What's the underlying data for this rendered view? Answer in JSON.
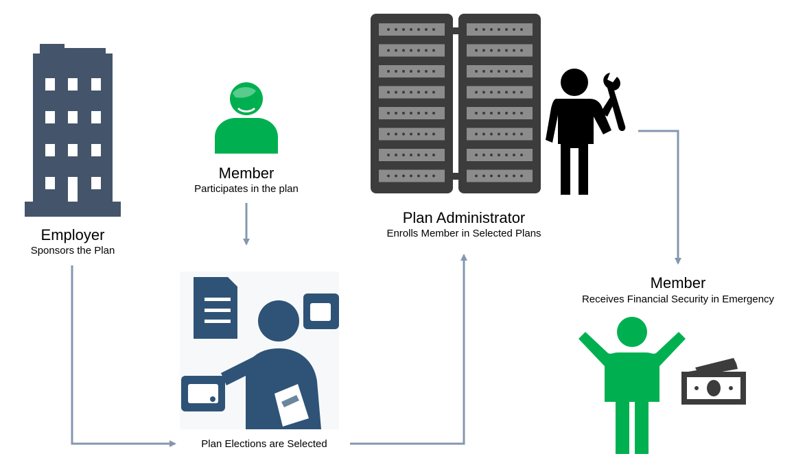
{
  "nodes": {
    "employer": {
      "title": "Employer",
      "subtitle": "Sponsors the Plan",
      "icon": "office-building-icon"
    },
    "member_top": {
      "title": "Member",
      "subtitle": "Participates in the plan",
      "icon": "person-icon"
    },
    "elections": {
      "label": "Plan Elections are Selected",
      "icon": "person-with-documents-icon"
    },
    "administrator": {
      "title": "Plan Administrator",
      "subtitle": "Enrolls Member in Selected Plans",
      "icon": "server-rack-icon"
    },
    "member_right": {
      "title": "Member",
      "subtitle": "Receives Financial Security in Emergency",
      "icon": "person-celebrating-icon"
    }
  },
  "colors": {
    "building": "#44546a",
    "member_green": "#00b050",
    "document_blue": "#2e5377",
    "server_dark": "#3c3c3c",
    "arrow": "#8497b0"
  }
}
